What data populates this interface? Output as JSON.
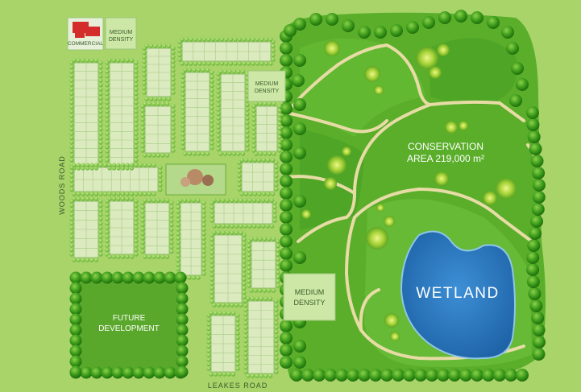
{
  "labels": {
    "commercial": "COMMERCIAL",
    "medium_density_top_1": "MEDIUM",
    "medium_density_top_2": "DENSITY",
    "medium_density_mid_1": "MEDIUM",
    "medium_density_mid_2": "DENSITY",
    "medium_density_low_1": "MEDIUM",
    "medium_density_low_2": "DENSITY",
    "conservation_1": "CONSERVATION",
    "conservation_2": "AREA 219,000 m²",
    "wetland": "WETLAND",
    "future_1": "FUTURE",
    "future_2": "DEVELOPMENT",
    "woods_road": "WOODS ROAD",
    "leakes_road": "LEAKES ROAD"
  },
  "colors": {
    "background": "#a8d46a",
    "lot": "#d8e8b8",
    "lot_border": "#9cc47a",
    "road": "#c8e4a0",
    "conservation": "#4a9e22",
    "conservation_light": "#7cc442",
    "tree": "#2e8a12",
    "path": "#e6d9a2",
    "water": "#2f7fc6",
    "water_edge": "#8ec6e8",
    "commercial": "#d42b2b",
    "future": "#4c9a24"
  }
}
